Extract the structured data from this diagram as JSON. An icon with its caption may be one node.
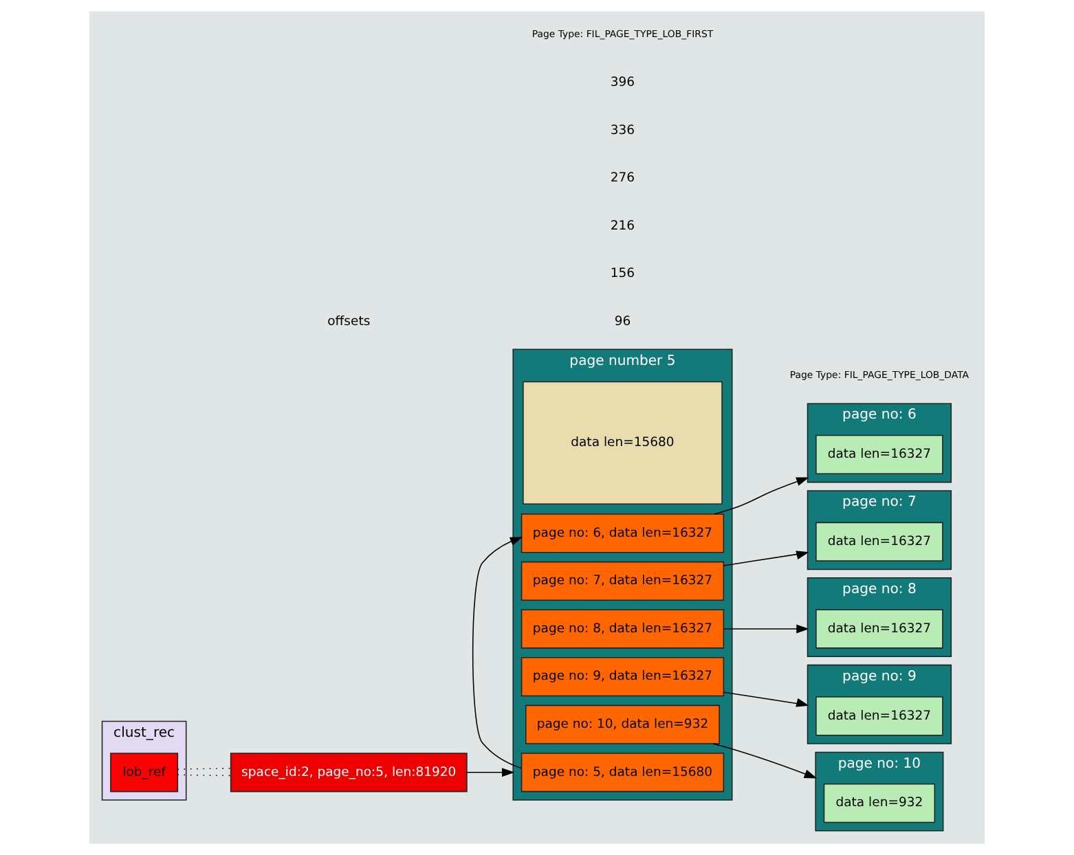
{
  "diagram": {
    "nodes": [
      {
        "text": [
          "clust_rec"
        ]
      },
      {
        "text": [
          "lob_ref"
        ],
        "in": 0
      },
      {
        "text": [
          "space_id:2, page_no:5, len:81920"
        ]
      },
      {
        "text": [
          "page number 5"
        ]
      },
      {
        "text": [
          "page no: 5, data len=15680"
        ],
        "in": 3
      },
      {
        "text": [
          "page no: 6, data len=16327"
        ],
        "in": 3
      },
      {
        "text": [
          "page no: 7, data len=16327"
        ],
        "in": 3
      },
      {
        "text": [
          "page no: 8, data len=16327"
        ],
        "in": 3
      },
      {
        "text": [
          "page no: 9, data len=16327"
        ],
        "in": 3
      },
      {
        "text": [
          "page no: 10, data len=932"
        ],
        "in": 3
      },
      {
        "text": [
          "data len=15680"
        ],
        "in": 3
      },
      {
        "text": [
          "page no: 6"
        ]
      },
      {
        "text": [
          "data len=16327"
        ],
        "in": 11
      },
      {
        "text": [
          "page no: 7"
        ]
      },
      {
        "text": [
          "data len=16327"
        ],
        "in": 13
      },
      {
        "text": [
          "page no: 8"
        ]
      },
      {
        "text": [
          "data len=16327"
        ],
        "in": 15
      },
      {
        "text": [
          "page no: 9"
        ]
      },
      {
        "text": [
          "data len=16327"
        ],
        "in": 17
      },
      {
        "text": [
          "page no: 10"
        ]
      },
      {
        "text": [
          "data len=932"
        ],
        "in": 19
      }
    ],
    "edges": [
      {
        "from": 1,
        "to": 2,
        "arrow": "none",
        "style": "dashed"
      },
      {
        "from": 1,
        "to": 2,
        "arrow": "none",
        "style": "dashed"
      },
      {
        "from": 2,
        "to": 3,
        "arrow": "to"
      },
      {
        "from": 4,
        "to": 3,
        "arrow": "to"
      },
      {
        "from": 5,
        "to": 11,
        "arrow": "to"
      },
      {
        "from": 6,
        "to": 13,
        "arrow": "to"
      },
      {
        "from": 7,
        "to": 15,
        "arrow": "to"
      },
      {
        "from": 8,
        "to": 17,
        "arrow": "to"
      },
      {
        "from": 9,
        "to": 19,
        "arrow": "to"
      }
    ],
    "labels": [
      "offsets",
      "96",
      "156",
      "216",
      "276",
      "336",
      "396",
      "Page Type: FIL_PAGE_TYPE_LOB_FIRST",
      "Page Type: FIL_PAGE_TYPE_LOB_DATA"
    ]
  }
}
